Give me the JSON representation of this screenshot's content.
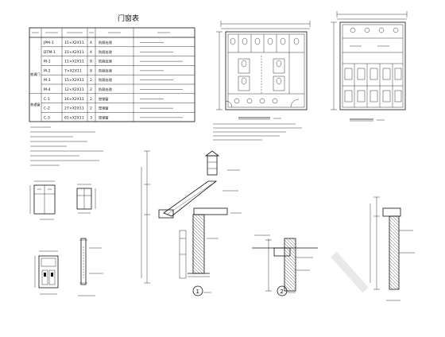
{
  "schedule": {
    "title": "门窗表",
    "group_a": "普通门",
    "group_b": "普通窗",
    "rows": [
      {
        "code": "JPM-1",
        "size": "15×X2X11",
        "qty": "4",
        "note": "防腐处理"
      },
      {
        "code": "DTM-1",
        "size": "15×X2X11",
        "qty": "4",
        "note": "防腐处理"
      },
      {
        "code": "M-1",
        "size": "11×X2X11",
        "qty": "8",
        "note": "防腐处理"
      },
      {
        "code": "M-2",
        "size": "7×X2X11",
        "qty": "8",
        "note": "防腐处理"
      },
      {
        "code": "M-3",
        "size": "15×X2X11",
        "qty": "2",
        "note": "防腐处理"
      },
      {
        "code": "M-4",
        "size": "12×X2X11",
        "qty": "2",
        "note": "防腐处理"
      },
      {
        "code": "C-1",
        "size": "16×X2X11",
        "qty": "2",
        "note": "塑钢窗"
      },
      {
        "code": "C-2",
        "size": "27×X2X11",
        "qty": "2",
        "note": "塑钢窗"
      },
      {
        "code": "C-3",
        "size": "61×X2X11",
        "qty": "3",
        "note": "塑钢窗"
      }
    ]
  },
  "callouts": {
    "detail_1": "1",
    "detail_2": "2"
  }
}
